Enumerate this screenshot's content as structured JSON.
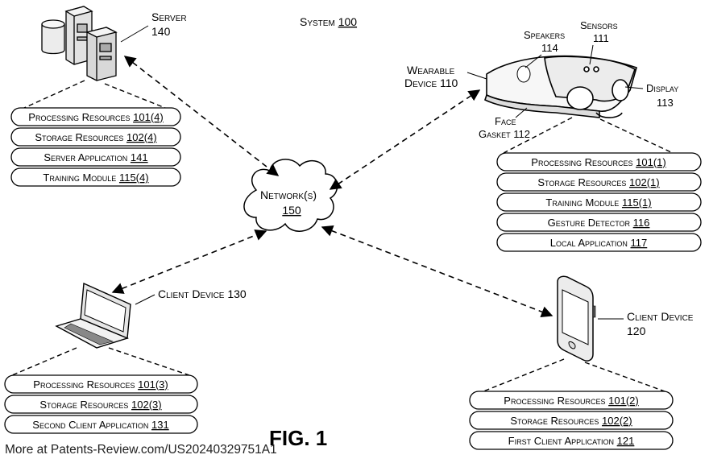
{
  "title": {
    "text": "System",
    "ref": "100"
  },
  "figure_label": "FIG. 1",
  "footer": "More at Patents-Review.com/US20240329751A1",
  "network": {
    "name": "Network(s)",
    "ref": "150"
  },
  "server": {
    "name": "Server",
    "ref": "140",
    "components": [
      {
        "name": "Processing Resources",
        "ref": "101(4)"
      },
      {
        "name": "Storage Resources",
        "ref": "102(4)"
      },
      {
        "name": "Server Application",
        "ref": "141"
      },
      {
        "name": "Training Module",
        "ref": "115(4)"
      }
    ]
  },
  "wearable": {
    "name_line1": "Wearable",
    "name_line2": "Device",
    "ref": "110",
    "speakers": {
      "name": "Speakers",
      "ref": "114"
    },
    "sensors": {
      "name": "Sensors",
      "ref": "111"
    },
    "display": {
      "name": "Display",
      "ref": "113"
    },
    "face_gasket": {
      "name_line1": "Face",
      "name_line2": "Gasket",
      "ref": "112"
    },
    "components": [
      {
        "name": "Processing Resources",
        "ref": "101(1)"
      },
      {
        "name": "Storage Resources",
        "ref": "102(1)"
      },
      {
        "name": "Training Module",
        "ref": "115(1)"
      },
      {
        "name": "Gesture Detector",
        "ref": "116"
      },
      {
        "name": "Local Application",
        "ref": "117"
      }
    ]
  },
  "client130": {
    "name": "Client Device",
    "ref": "130",
    "components": [
      {
        "name": "Processing Resources",
        "ref": "101(3)"
      },
      {
        "name": "Storage Resources",
        "ref": "102(3)"
      },
      {
        "name": "Second Client Application",
        "ref": "131"
      }
    ]
  },
  "client120": {
    "name": "Client Device",
    "ref": "120",
    "components": [
      {
        "name": "Processing Resources",
        "ref": "101(2)"
      },
      {
        "name": "Storage Resources",
        "ref": "102(2)"
      },
      {
        "name": "First Client Application",
        "ref": "121"
      }
    ]
  }
}
